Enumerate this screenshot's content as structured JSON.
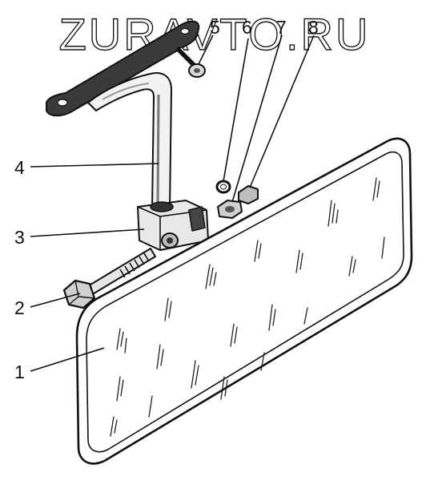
{
  "watermark": "ZURAVTO.RU",
  "callouts": [
    "1",
    "2",
    "3",
    "4",
    "5",
    "6",
    "7",
    "8"
  ]
}
